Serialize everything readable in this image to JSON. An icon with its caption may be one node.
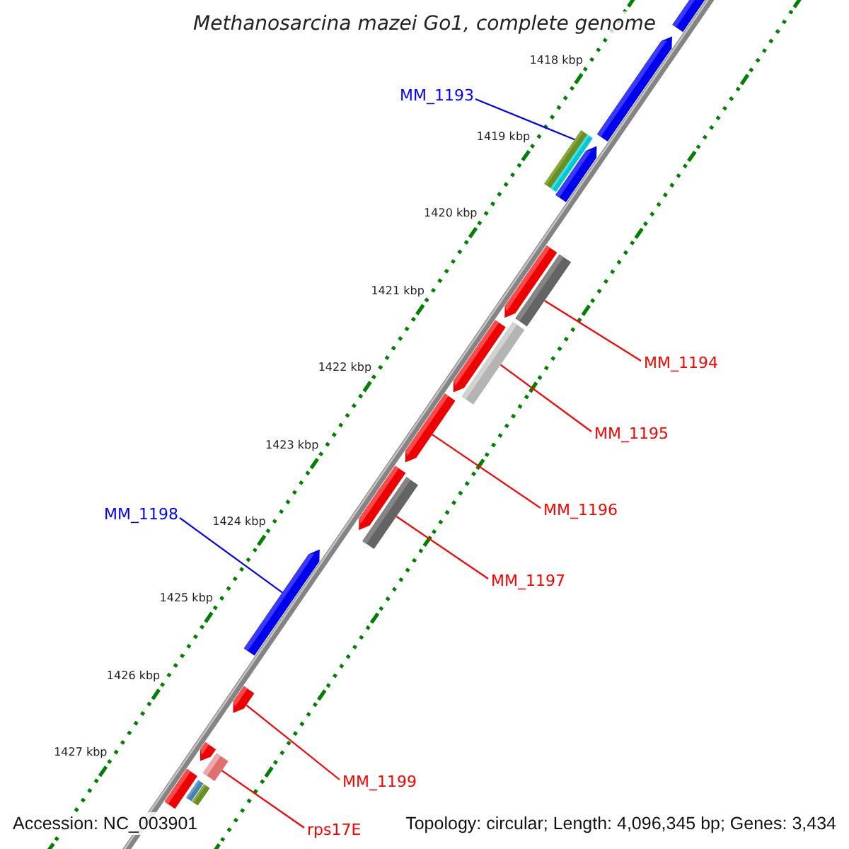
{
  "diagram": {
    "title": "Methanosarcina mazei Go1, complete genome",
    "nodes": [
      {
        "text": [
          "MM_1193"
        ]
      },
      {
        "text": [],
        "shape": "bar"
      },
      {
        "text": [
          "MM_1194"
        ]
      },
      {
        "text": [],
        "shape": "bar"
      },
      {
        "text": [
          "MM_1195"
        ]
      },
      {
        "text": [],
        "shape": "bar"
      },
      {
        "text": [
          "MM_1196"
        ]
      },
      {
        "text": [],
        "shape": "arrow"
      },
      {
        "text": [
          "MM_1198"
        ]
      },
      {
        "text": [],
        "shape": "arrow"
      },
      {
        "text": [
          "MM_1197"
        ]
      },
      {
        "text": [],
        "shape": "bar"
      },
      {
        "text": [
          "MM_1199"
        ]
      },
      {
        "text": [],
        "shape": "arrow"
      },
      {
        "text": [
          "rps17E"
        ]
      },
      {
        "text": [],
        "shape": "bar"
      },
      {
        "text": [],
        "shape": "arrow"
      },
      {
        "text": [],
        "shape": "arrow"
      },
      {
        "text": [],
        "shape": "arrow"
      },
      {
        "text": [],
        "shape": "arrow"
      },
      {
        "text": [],
        "shape": "arrow"
      },
      {
        "text": [],
        "shape": "arrow"
      },
      {
        "text": [],
        "shape": "arrow"
      },
      {
        "text": [],
        "shape": "bar"
      },
      {
        "text": [],
        "shape": "bar"
      },
      {
        "text": [],
        "shape": "bar"
      }
    ],
    "edges": [
      {
        "from": 0,
        "to": 1,
        "arrow": "none",
        "color": "#0000ff"
      },
      {
        "from": 2,
        "to": 3,
        "arrow": "none"
      },
      {
        "from": 4,
        "to": 5,
        "arrow": "none"
      },
      {
        "from": 6,
        "to": 7,
        "arrow": "none"
      },
      {
        "from": 8,
        "to": 9,
        "arrow": "none",
        "color": "#0000ff"
      },
      {
        "from": 10,
        "to": 11,
        "arrow": "none"
      },
      {
        "from": 12,
        "to": 13,
        "arrow": "none"
      },
      {
        "from": 14,
        "to": 15,
        "arrow": "none"
      }
    ],
    "labels": [
      "1418 kbp",
      "1419 kbp",
      "1420 kbp",
      "1421 kbp",
      "1422 kbp",
      "1423 kbp",
      "1424 kbp",
      "1425 kbp",
      "1426 kbp",
      "1427 kbp",
      "Accession: NC_003901",
      "Topology: circular; Length: 4,096,345 bp; Genes: 3,434"
    ]
  }
}
